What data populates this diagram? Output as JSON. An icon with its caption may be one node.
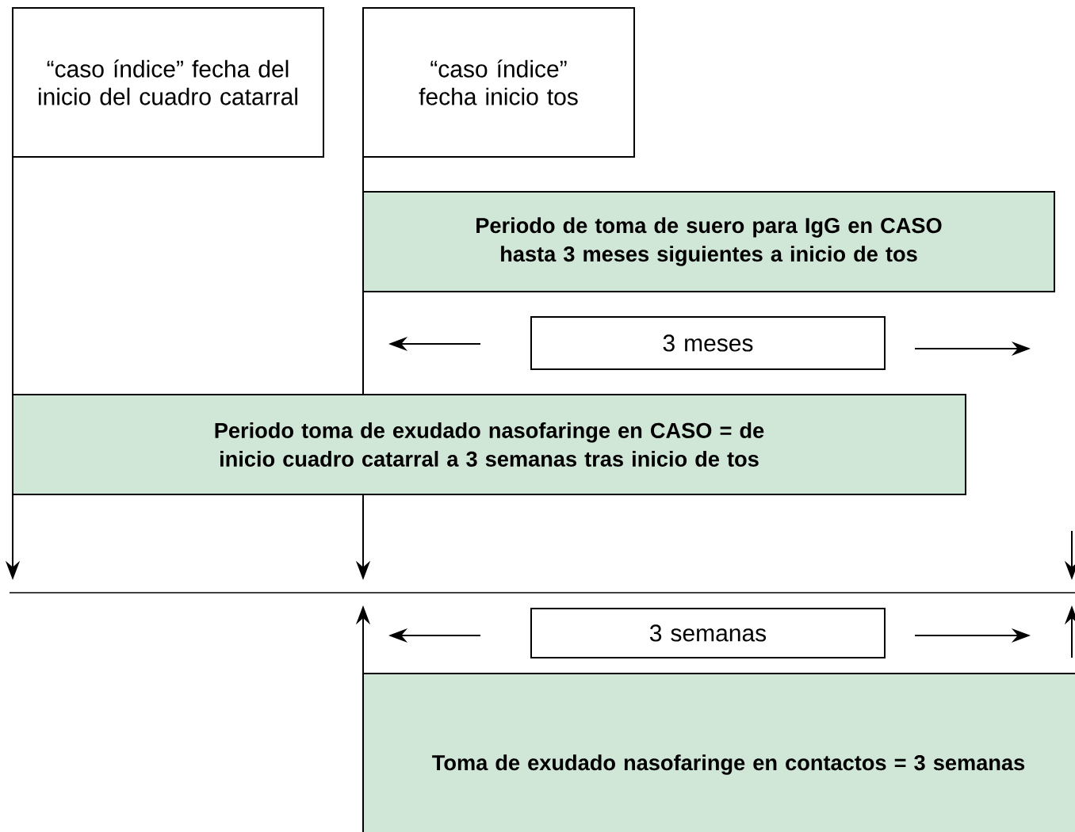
{
  "diagram": {
    "nodes": [
      {
        "text": [
          "“caso índice” fecha del inicio del cuadro catarral"
        ]
      },
      {
        "text": [
          "“caso índice” fecha inicio tos"
        ]
      },
      {
        "text": [
          "Periodo de toma de suero para IgG en CASO hasta 3 meses siguientes a inicio de tos"
        ]
      },
      {
        "text": [
          "3 meses"
        ]
      },
      {
        "text": [
          "Periodo toma de exudado nasofaringe en CASO = de inicio cuadro catarral a 3 semanas tras inicio de tos"
        ]
      },
      {
        "text": [
          "3 semanas"
        ]
      },
      {
        "text": [
          "Toma de exudado nasofaringe en contactos = 3 semanas"
        ]
      }
    ]
  }
}
